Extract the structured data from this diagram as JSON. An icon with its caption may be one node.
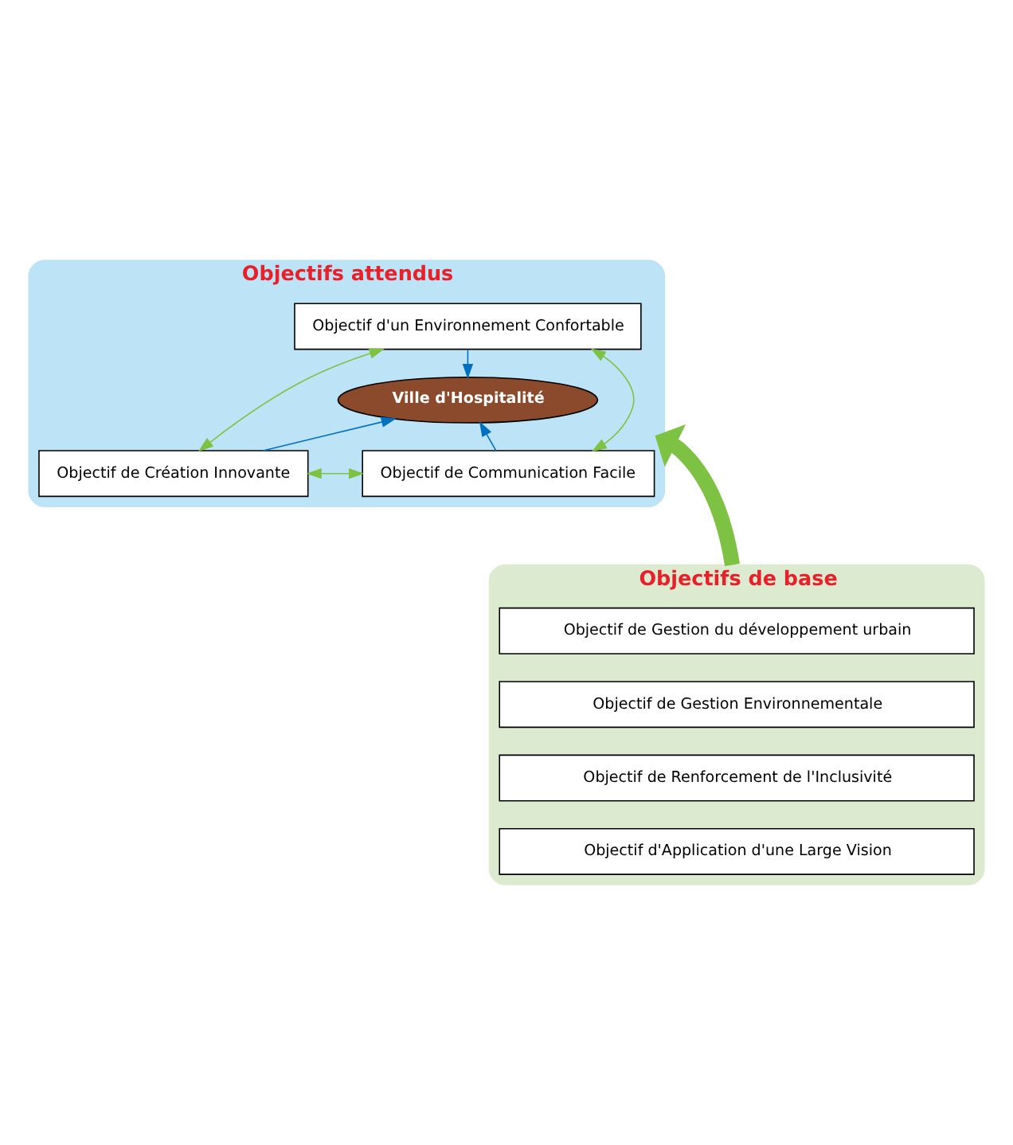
{
  "diagram": {
    "nodes": [
      {
        "text": [
          "Objectifs attendus"
        ]
      },
      {
        "text": [
          "Objectif d'un Environnement Confortable"
        ],
        "in": 0
      },
      {
        "text": [
          "Ville d'Hospitalité"
        ],
        "in": 0
      },
      {
        "text": [
          "Objectif de Création Innovante"
        ],
        "in": 0
      },
      {
        "text": [
          "Objectif de Communication Facile"
        ],
        "in": 0
      },
      {
        "text": [
          "Objectifs de base"
        ]
      },
      {
        "text": [
          "Objectif de Gestion du développement urbain"
        ],
        "in": 5
      },
      {
        "text": [
          "Objectif de Gestion Environnementale"
        ],
        "in": 5
      },
      {
        "text": [
          "Objectif de Renforcement de l'Inclusivité"
        ],
        "in": 5
      },
      {
        "text": [
          "Objectif d'Application d'une Large Vision"
        ],
        "in": 5
      }
    ],
    "edges": [
      {
        "from": 1,
        "to": 2,
        "arrow": "to",
        "color": "#0070c0"
      },
      {
        "from": 3,
        "to": 2,
        "arrow": "to",
        "color": "#0070c0"
      },
      {
        "from": 4,
        "to": 2,
        "arrow": "to",
        "color": "#0070c0"
      },
      {
        "from": 1,
        "to": 3,
        "arrow": "both",
        "color": "#7dc242"
      },
      {
        "from": 1,
        "to": 4,
        "arrow": "both",
        "color": "#7dc242"
      },
      {
        "from": 3,
        "to": 4,
        "arrow": "both",
        "color": "#7dc242"
      },
      {
        "from": 5,
        "to": 0,
        "arrow": "to",
        "style": "thick",
        "color": "#7dc242"
      }
    ]
  }
}
